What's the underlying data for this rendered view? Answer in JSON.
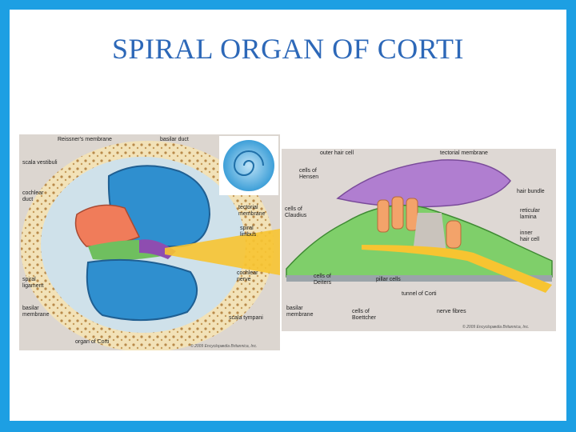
{
  "slide": {
    "title": "SPIRAL ORGAN OF CORTI",
    "border_color": "#1d9fe3",
    "title_color": "#2d68b8"
  },
  "left_diagram": {
    "labels": {
      "reissners_membrane": "Reissner's membrane",
      "scala_vestibuli": "scala vestibuli",
      "cochlear_duct": "cochlear\nduct",
      "spiral_ligament": "spiral\nligament",
      "basilar_membrane": "basilar\nmembrane",
      "organ_of_corti": "organ of Corti",
      "scala_tympani": "scala tympani",
      "cochlear_nerve": "cochlear\nnerve",
      "spiral_limbus": "spiral\nlimbus",
      "tectorial_membrane": "tectorial\nmembrane",
      "basilar_duct": "basilar duct"
    },
    "credit": "© 2009 Encyclopædia Britannica, Inc."
  },
  "right_diagram": {
    "labels": {
      "outer_hair_cell": "outer hair cell",
      "tectorial_membrane": "tectorial membrane",
      "cells_of_hensen": "cells of\nHensen",
      "cells_of_claudius": "cells of\nClaudius",
      "hair_bundle": "hair bundle",
      "reticular_lamina": "reticular\nlamina",
      "inner_hair_cell": "inner\nhair cell",
      "cells_of_deiters": "cells of\nDeiters",
      "pillar_cells": "pillar cells",
      "tunnel_of_corti": "tunnel of Corti",
      "basilar_membrane": "basilar\nmembrane",
      "nerve_fibres": "nerve fibres",
      "cells_of_boettcher": "cells of\nBoettcher"
    },
    "credit": "© 2009 Encyclopædia Britannica, Inc."
  }
}
